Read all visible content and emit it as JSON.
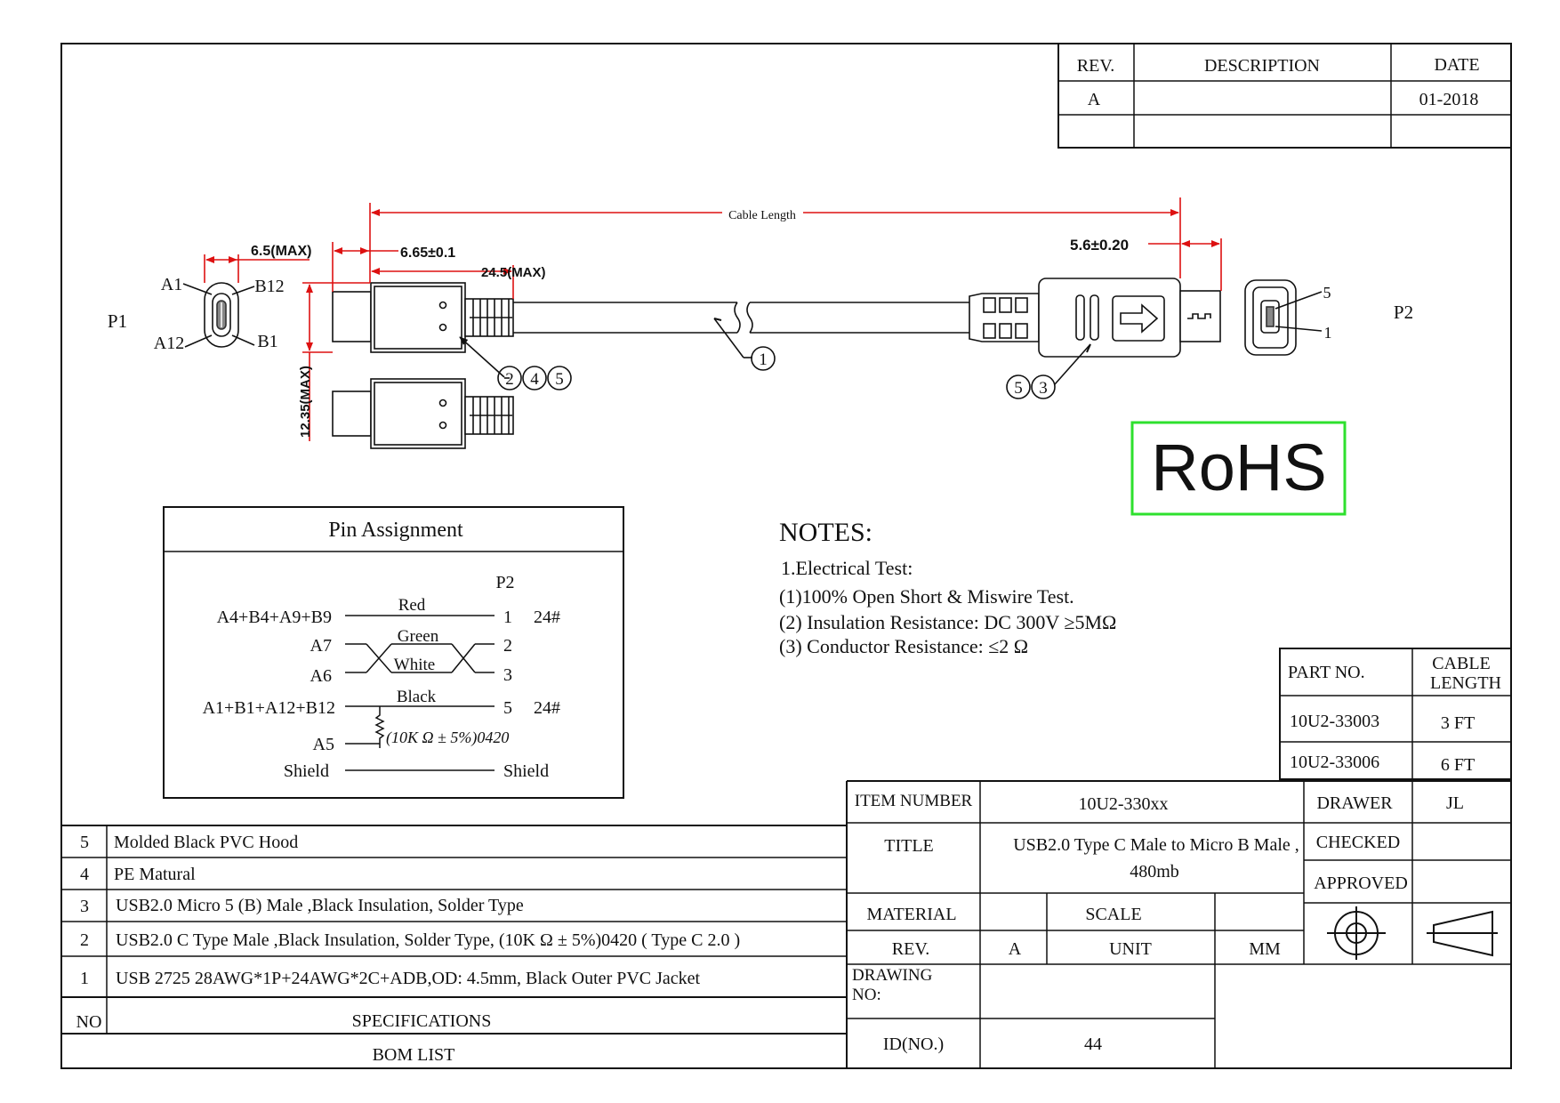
{
  "revision_table": {
    "headers": [
      "REV.",
      "DESCRIPTION",
      "DATE"
    ],
    "rows": [
      [
        "A",
        "",
        "01-2018"
      ],
      [
        "",
        "",
        ""
      ]
    ]
  },
  "drawing": {
    "p1_label": "P1",
    "p2_label": "P2",
    "p1_pins": {
      "a1": "A1",
      "b12": "B12",
      "a12": "A12",
      "b1": "B1"
    },
    "p2_pins": {
      "top": "5",
      "bottom": "1"
    },
    "dims": {
      "cable_length": "Cable Length",
      "width_max": "6.5(MAX)",
      "plug_length": "6.65±0.1",
      "overmold_max": "24.5(MAX)",
      "height_max": "12.35(MAX)",
      "micro_length": "5.6±0.20"
    },
    "balloons_p1": [
      "2",
      "4",
      "5"
    ],
    "balloon_cable": "1",
    "balloons_p2": [
      "5",
      "3"
    ]
  },
  "rohs_label": "RoHS",
  "rohs_color": "#2ee02e",
  "pin_assignment": {
    "title": "Pin Assignment",
    "p2_header": "P2",
    "wires": [
      {
        "left": "A4+B4+A9+B9",
        "color": "Red",
        "pin": "1",
        "gauge": "24#"
      },
      {
        "left": "A7",
        "color": "Green",
        "pin": "2",
        "gauge": ""
      },
      {
        "left": "A6",
        "color": "White",
        "pin": "3",
        "gauge": ""
      },
      {
        "left": "A1+B1+A12+B12",
        "color": "Black",
        "pin": "5",
        "gauge": "24#"
      }
    ],
    "resistor_left": "A5",
    "resistor_note": "(10K Ω ± 5%)0420",
    "shield_left": "Shield",
    "shield_right": "Shield"
  },
  "notes": {
    "title": "NOTES:",
    "lines": [
      "1.Electrical Test:",
      "(1)100% Open Short & Miswire Test.",
      "(2) Insulation Resistance: DC 300V  ≥5MΩ",
      "(3) Conductor Resistance: ≤2 Ω"
    ]
  },
  "part_table": {
    "headers": [
      "PART NO.",
      "CABLE\nLENGTH"
    ],
    "rows": [
      [
        "10U2-33003",
        "3 FT"
      ],
      [
        "10U2-33006",
        "6 FT"
      ]
    ]
  },
  "bom": {
    "rows": [
      {
        "no": "5",
        "spec": "Molded Black PVC Hood"
      },
      {
        "no": "4",
        "spec": "PE Matural"
      },
      {
        "no": "3",
        "spec": "USB2.0 Micro 5 (B) Male ,Black Insulation, Solder Type"
      },
      {
        "no": "2",
        "spec": "USB2.0 C Type Male ,Black Insulation, Solder Type, (10K Ω ± 5%)0420 ( Type C 2.0 )"
      },
      {
        "no": "1",
        "spec": "USB 2725 28AWG*1P+24AWG*2C+ADB,OD: 4.5mm, Black Outer PVC Jacket"
      }
    ],
    "no_header": "NO",
    "spec_header": "SPECIFICATIONS",
    "footer": "BOM LIST"
  },
  "title_block": {
    "item_number_label": "ITEM NUMBER",
    "item_number": "10U2-330xx",
    "title_label": "TITLE",
    "title_line1": "USB2.0 Type C Male to Micro B Male ,",
    "title_line2": "480mb",
    "material_label": "MATERIAL",
    "material": "",
    "scale_label": "SCALE",
    "scale": "",
    "rev_label": "REV.",
    "rev": "A",
    "unit_label": "UNIT",
    "unit": "MM",
    "drawing_no_label_1": "DRAWING",
    "drawing_no_label_2": "NO:",
    "drawing_no": "",
    "id_label": "ID(NO.)",
    "id": "44",
    "drawer_label": "DRAWER",
    "drawer": "JL",
    "checked_label": "CHECKED",
    "checked": "",
    "approved_label": "APPROVED",
    "approved": ""
  }
}
